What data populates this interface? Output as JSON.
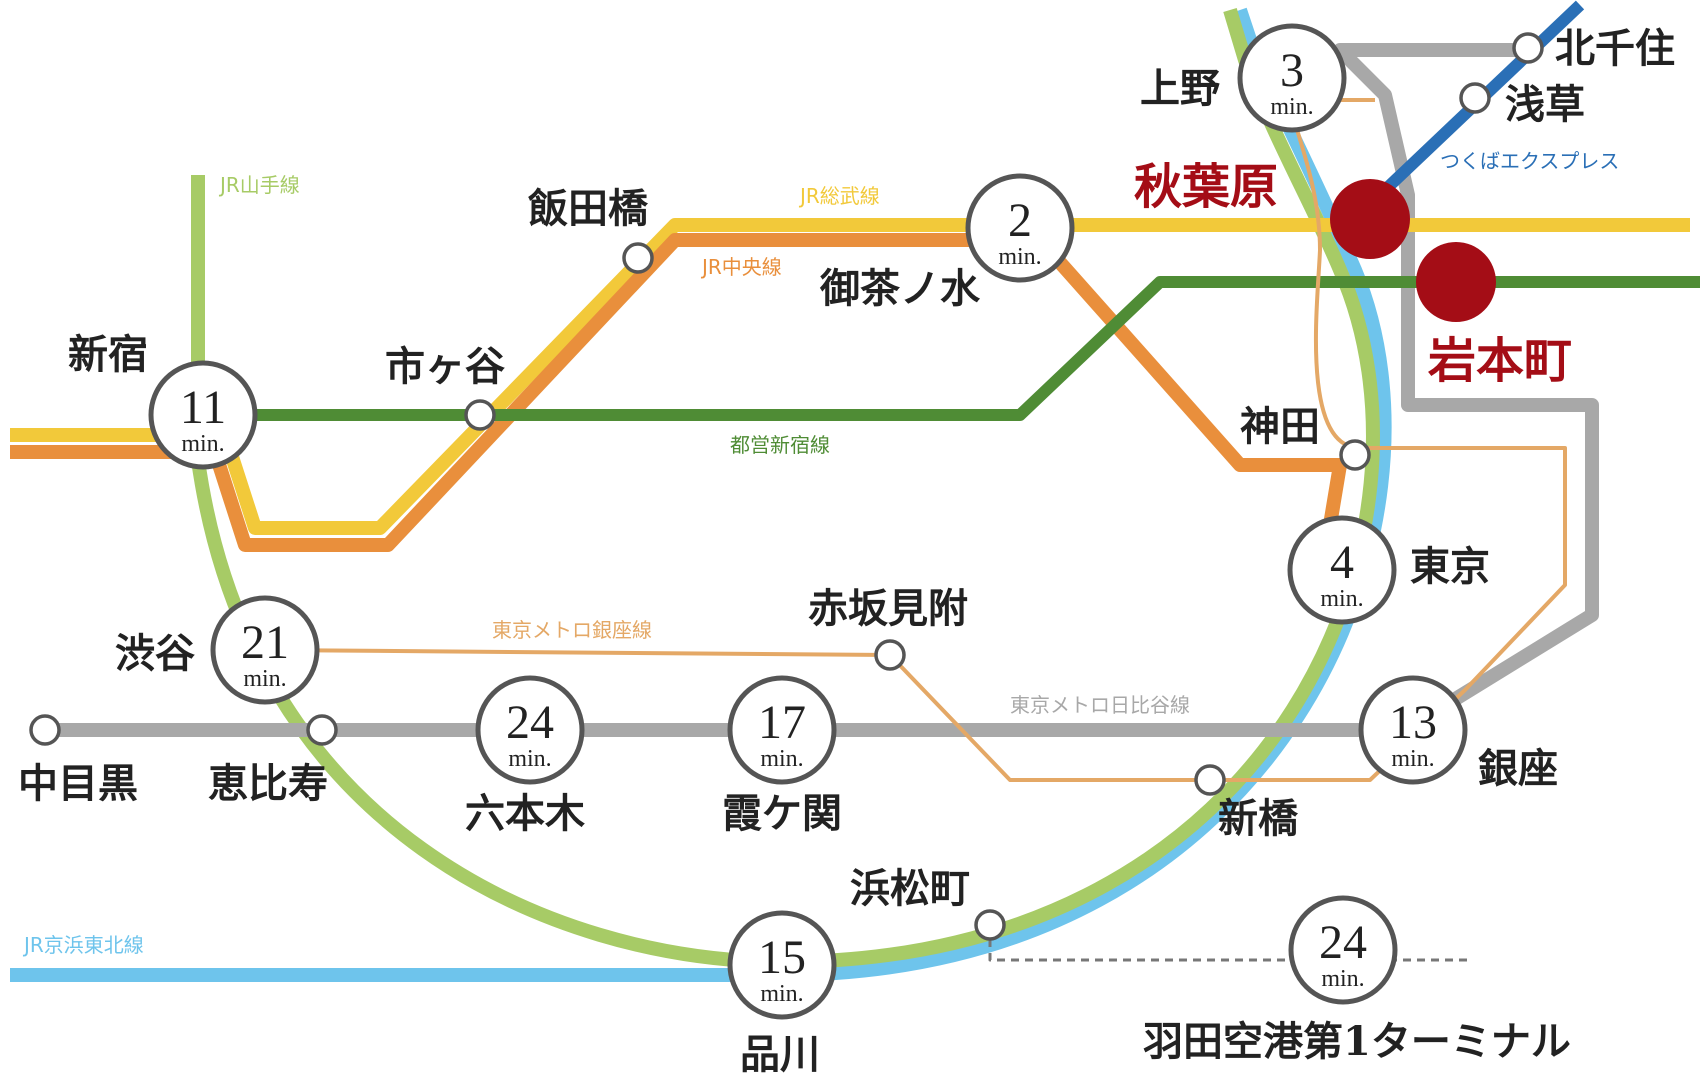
{
  "colors": {
    "yamanote": "#a7cb66",
    "keihin": "#6ec4ec",
    "sobu": "#f2c93a",
    "chuo": "#e98f3c",
    "shinjuku_line": "#4f8c35",
    "hibiya": "#a8a8a8",
    "ginza": "#e4a866",
    "tsukuba": "#2a6fb6",
    "highlight": "#a40d16",
    "ring": "#555555",
    "dashed": "#777777"
  },
  "lines": {
    "yamanote": "JR山手線",
    "sobu": "JR総武線",
    "chuo": "JR中央線",
    "shinjuku_line": "都営新宿線",
    "ginza": "東京メトロ銀座線",
    "hibiya": "東京メトロ日比谷線",
    "keihin": "JR京浜東北線",
    "tsukuba": "つくばエクスプレス"
  },
  "min_label": "min.",
  "highlight_stations": {
    "akihabara": "秋葉原",
    "iwamotocho": "岩本町"
  },
  "stations": {
    "shinjuku": {
      "name": "新宿",
      "time": "11"
    },
    "shibuya": {
      "name": "渋谷",
      "time": "21"
    },
    "roppongi": {
      "name": "六本木",
      "time": "24"
    },
    "kasumigaseki": {
      "name": "霞ケ関",
      "time": "17"
    },
    "shinagawa": {
      "name": "品川",
      "time": "15"
    },
    "ginza": {
      "name": "銀座",
      "time": "13"
    },
    "tokyo": {
      "name": "東京",
      "time": "4"
    },
    "ochanomizu": {
      "name": "御茶ノ水",
      "time": "2"
    },
    "ueno": {
      "name": "上野",
      "time": "3"
    },
    "haneda": {
      "name": "羽田空港第1ターミナル",
      "time": "24"
    },
    "iidabashi": {
      "name": "飯田橋"
    },
    "ichigaya": {
      "name": "市ヶ谷"
    },
    "akasaka_mitsuke": {
      "name": "赤坂見附"
    },
    "naka_meguro": {
      "name": "中目黒"
    },
    "ebisu": {
      "name": "恵比寿"
    },
    "shimbashi": {
      "name": "新橋"
    },
    "hamamatsucho": {
      "name": "浜松町"
    },
    "kanda": {
      "name": "神田"
    },
    "kita_senju": {
      "name": "北千住"
    },
    "asakusa": {
      "name": "浅草"
    }
  }
}
